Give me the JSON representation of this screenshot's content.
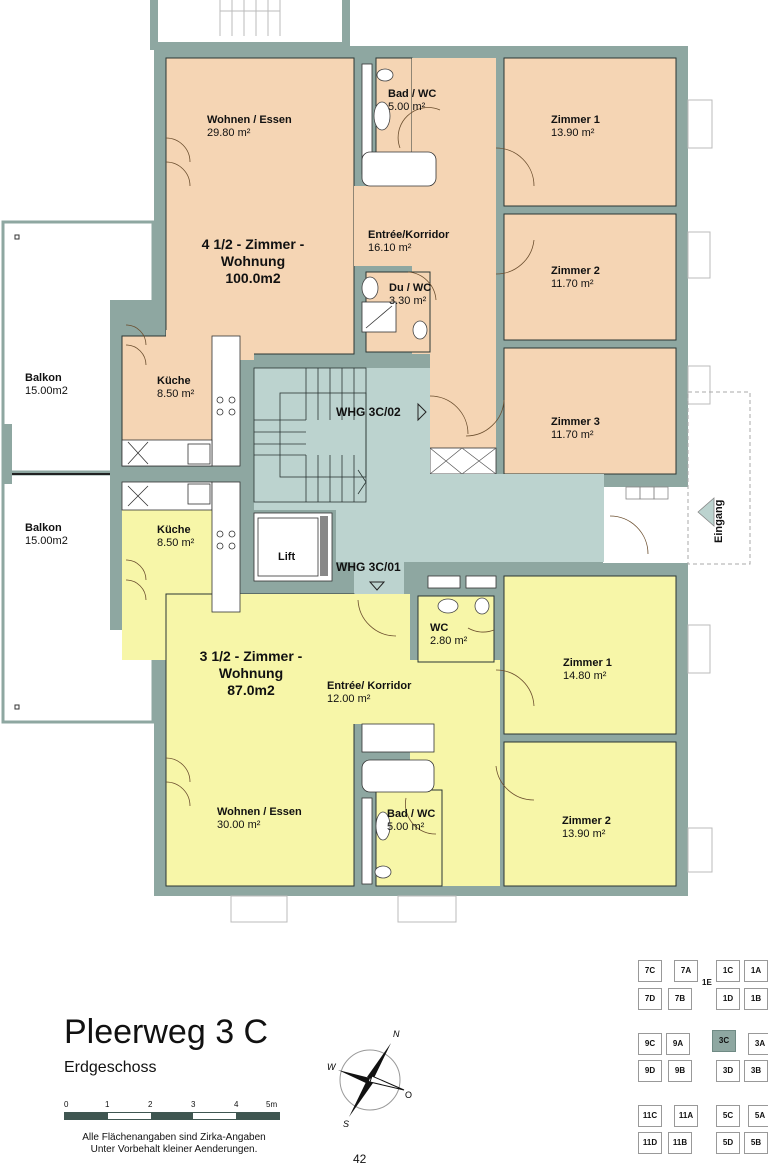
{
  "header": {
    "title": "Pleerweg 3 C",
    "subtitle": "Erdgeschoss"
  },
  "colors": {
    "wall": "#8ea7a1",
    "apt_upper": "#f5d5b4",
    "apt_lower": "#f7f6a8",
    "stairwell": "#bcd3cf",
    "outline": "#2b3634"
  },
  "apartments": [
    {
      "id": "WHG 3C/02",
      "type_line1": "4 1/2 - Zimmer -",
      "type_line2": "Wohnung",
      "total": "100.0m2",
      "rooms": [
        {
          "name": "Wohnen / Essen",
          "area": "29.80 m²"
        },
        {
          "name": "Bad / WC",
          "area": "5.00 m²"
        },
        {
          "name": "Zimmer 1",
          "area": "13.90 m²"
        },
        {
          "name": "Entrée/Korridor",
          "area": "16.10 m²"
        },
        {
          "name": "Zimmer 2",
          "area": "11.70 m²"
        },
        {
          "name": "Du / WC",
          "area": "3.30 m²"
        },
        {
          "name": "Küche",
          "area": "8.50 m²"
        },
        {
          "name": "Zimmer 3",
          "area": "11.70 m²"
        }
      ]
    },
    {
      "id": "WHG 3C/01",
      "type_line1": "3 1/2 - Zimmer -",
      "type_line2": "Wohnung",
      "total": "87.0m2",
      "rooms": [
        {
          "name": "Küche",
          "area": "8.50 m²"
        },
        {
          "name": "WC",
          "area": "2.80 m²"
        },
        {
          "name": "Entrée/ Korridor",
          "area": "12.00 m²"
        },
        {
          "name": "Zimmer 1",
          "area": "14.80 m²"
        },
        {
          "name": "Wohnen / Essen",
          "area": "30.00 m²"
        },
        {
          "name": "Bad / WC",
          "area": "5.00 m²"
        },
        {
          "name": "Zimmer 2",
          "area": "13.90 m²"
        }
      ]
    }
  ],
  "balconies": [
    {
      "name": "Balkon",
      "area": "15.00m2"
    },
    {
      "name": "Balkon",
      "area": "15.00m2"
    }
  ],
  "common": {
    "lift": "Lift",
    "entrance": "Eingang"
  },
  "scale": {
    "ticks": [
      "0",
      "1",
      "2",
      "3",
      "4",
      "5m"
    ]
  },
  "compass": {
    "n": "N",
    "o": "O",
    "s": "S",
    "w": "W"
  },
  "notes": {
    "line1": "Alle Flächenangaben sind Zirka-Angaben",
    "line2": "Unter Vorbehalt kleiner Aenderungen."
  },
  "page_number": "42",
  "keymap": {
    "selected": "3C",
    "units": [
      "7C",
      "7A",
      "1C",
      "1A",
      "7D",
      "7B",
      "1E",
      "1D",
      "1B",
      "9C",
      "9A",
      "3C",
      "3A",
      "9D",
      "9B",
      "3D",
      "3B",
      "11C",
      "11A",
      "5C",
      "5A",
      "11D",
      "11B",
      "5D",
      "5B"
    ]
  }
}
